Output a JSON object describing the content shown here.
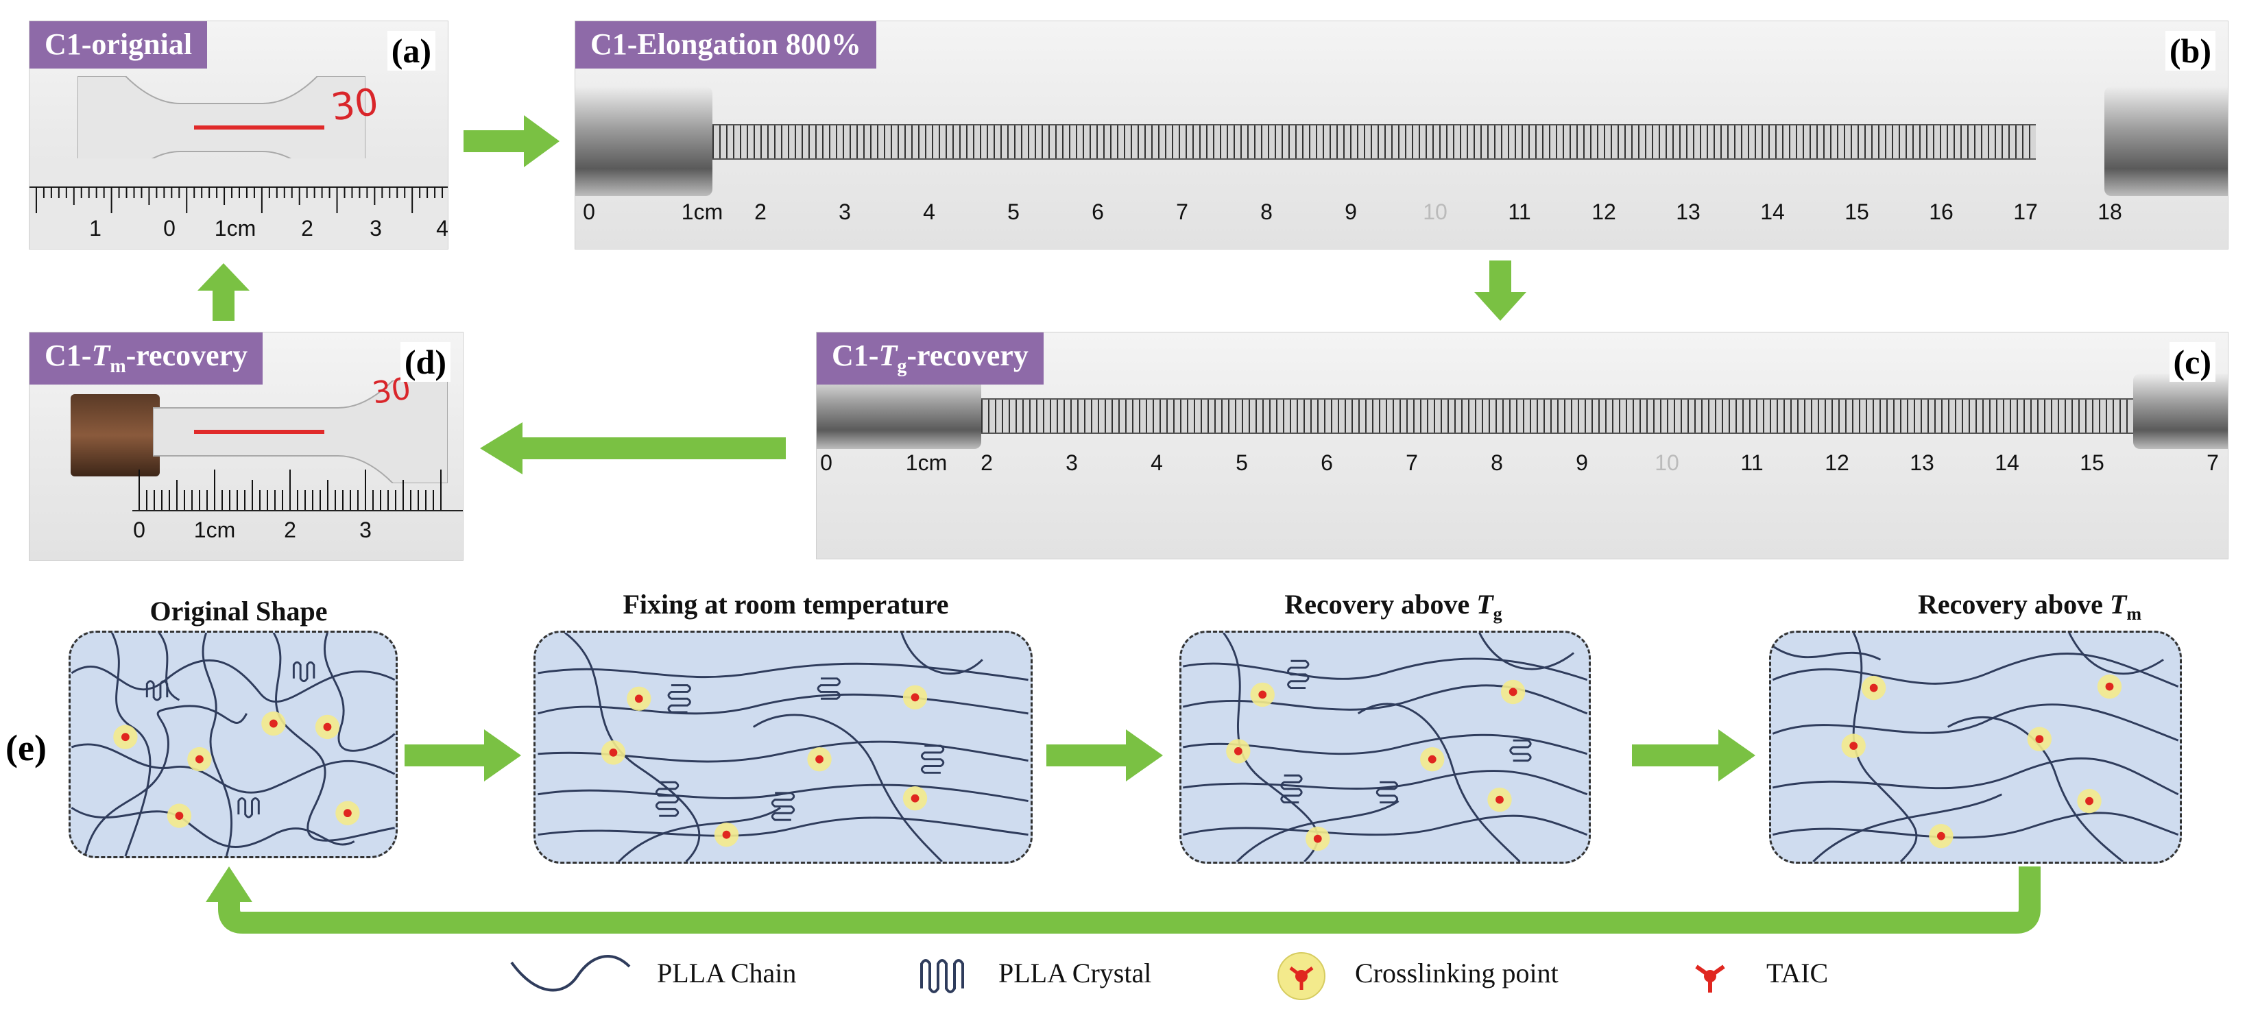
{
  "panels": {
    "a": {
      "tag": "C1-orignial",
      "label": "(a)",
      "ruler_numbers": [
        "1",
        "0",
        "1cm",
        "2",
        "3",
        "4"
      ]
    },
    "b": {
      "tag": "C1-Elongation 800%",
      "label": "(b)",
      "ruler_numbers": [
        "0",
        "1cm",
        "2",
        "3",
        "4",
        "5",
        "6",
        "7",
        "8",
        "9",
        "10",
        "11",
        "12",
        "13",
        "14",
        "15",
        "16",
        "17",
        "18"
      ]
    },
    "c": {
      "tag_prefix": "C1-",
      "tag_var": "T",
      "tag_sub": "g",
      "tag_suffix": "-recovery",
      "label": "(c)",
      "ruler_numbers": [
        "0",
        "1cm",
        "2",
        "3",
        "4",
        "5",
        "6",
        "7",
        "8",
        "9",
        "10",
        "11",
        "12",
        "13",
        "14",
        "15",
        "7"
      ]
    },
    "d": {
      "tag_prefix": "C1-",
      "tag_var": "T",
      "tag_sub": "m",
      "tag_suffix": "-recovery",
      "label": "(d)",
      "ruler_numbers": [
        "0",
        "1cm",
        "2",
        "3"
      ]
    }
  },
  "handwriting": {
    "a": "30",
    "d": "30"
  },
  "schematic": {
    "label": "(e)",
    "stages": [
      {
        "title": "Original Shape",
        "var": "",
        "sub": ""
      },
      {
        "title": "Fixing at room temperature",
        "var": "",
        "sub": ""
      },
      {
        "title": "Recovery above ",
        "var": "T",
        "sub": "g"
      },
      {
        "title": "Recovery above ",
        "var": "T",
        "sub": "m"
      }
    ]
  },
  "legend": [
    {
      "icon": "pla-chain-icon",
      "label": "PLLA Chain"
    },
    {
      "icon": "pla-crystal-icon",
      "label": "PLLA Crystal"
    },
    {
      "icon": "crosslinking-point-icon",
      "label": "Crosslinking point"
    },
    {
      "icon": "taic-icon",
      "label": "TAIC"
    }
  ],
  "colors": {
    "arrow": "#7ac143",
    "tag": "#8e6aa8",
    "panel_fill": "#cfdcef",
    "chain": "#2f3c5c",
    "crosslink_halo": "#f3ea8c",
    "taic": "#e0261f"
  }
}
